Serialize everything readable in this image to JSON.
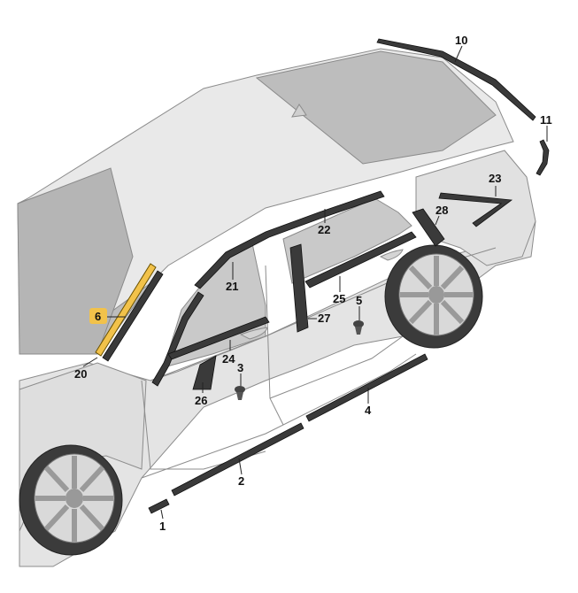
{
  "diagram": {
    "callouts": [
      {
        "id": "c1",
        "label": "1"
      },
      {
        "id": "c2",
        "label": "2"
      },
      {
        "id": "c3",
        "label": "3"
      },
      {
        "id": "c4",
        "label": "4"
      },
      {
        "id": "c5",
        "label": "5"
      },
      {
        "id": "c6",
        "label": "6",
        "highlighted": true
      },
      {
        "id": "c10",
        "label": "10"
      },
      {
        "id": "c11",
        "label": "11"
      },
      {
        "id": "c20",
        "label": "20"
      },
      {
        "id": "c21",
        "label": "21"
      },
      {
        "id": "c22",
        "label": "22"
      },
      {
        "id": "c23",
        "label": "23"
      },
      {
        "id": "c24",
        "label": "24"
      },
      {
        "id": "c25",
        "label": "25"
      },
      {
        "id": "c26",
        "label": "26"
      },
      {
        "id": "c27",
        "label": "27"
      },
      {
        "id": "c28",
        "label": "28"
      }
    ],
    "colors": {
      "highlight": "#f2c24a",
      "part": "#3a3a3a",
      "body": "#e4e4e4",
      "glass": "#bdbdbd"
    }
  }
}
